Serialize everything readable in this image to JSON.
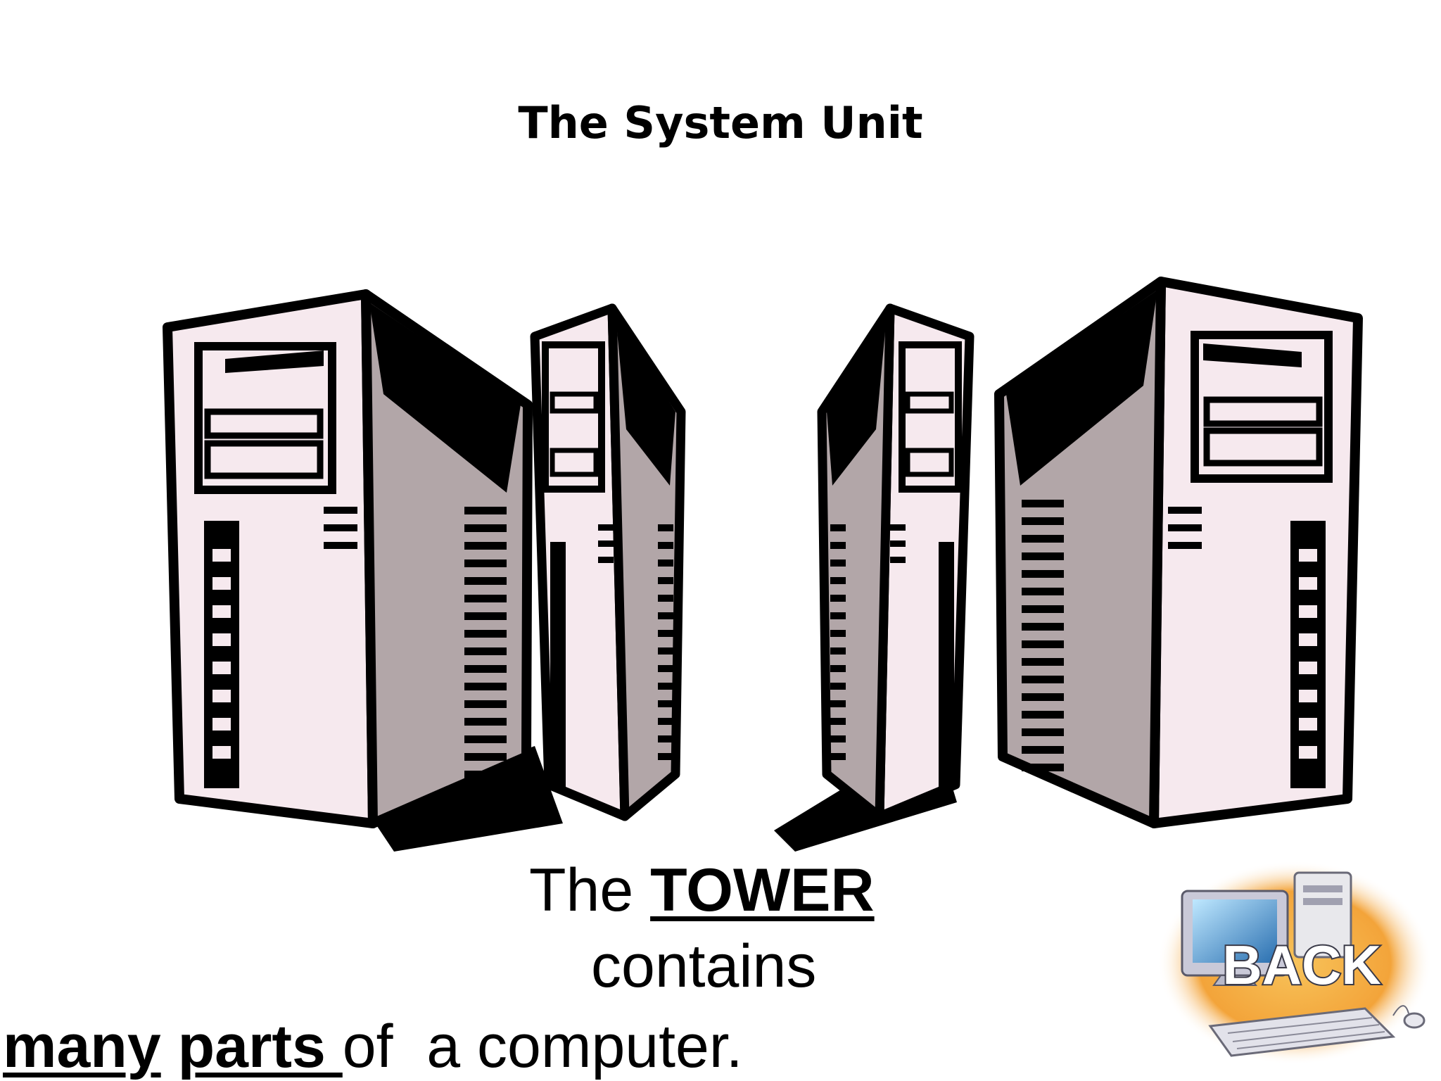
{
  "slide": {
    "title": "The System Unit",
    "line1_a": "The ",
    "line1_b": "TOWER",
    "line2": "contains",
    "line3_a": "many",
    "line3_b": " ",
    "line3_c": "parts ",
    "line3_d": "of  a computer."
  },
  "back_button": {
    "label": "BACK"
  },
  "colors": {
    "tower_face": "#f6e9ee",
    "tower_side": "#b2a6a8",
    "outline": "#000000",
    "back_glow": "#f3a43a"
  }
}
